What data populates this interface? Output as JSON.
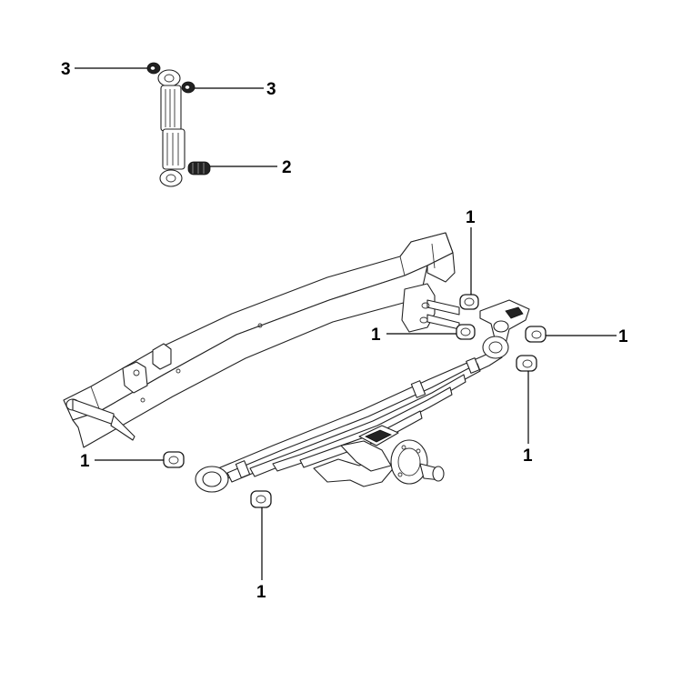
{
  "callouts": [
    {
      "label": "3"
    },
    {
      "label": "3"
    },
    {
      "label": "2"
    },
    {
      "label": "1"
    },
    {
      "label": "1"
    },
    {
      "label": "1"
    },
    {
      "label": "1"
    },
    {
      "label": "1"
    },
    {
      "label": "1"
    }
  ],
  "colors": {
    "line": "#222222",
    "background": "#ffffff",
    "label": "#000000"
  }
}
